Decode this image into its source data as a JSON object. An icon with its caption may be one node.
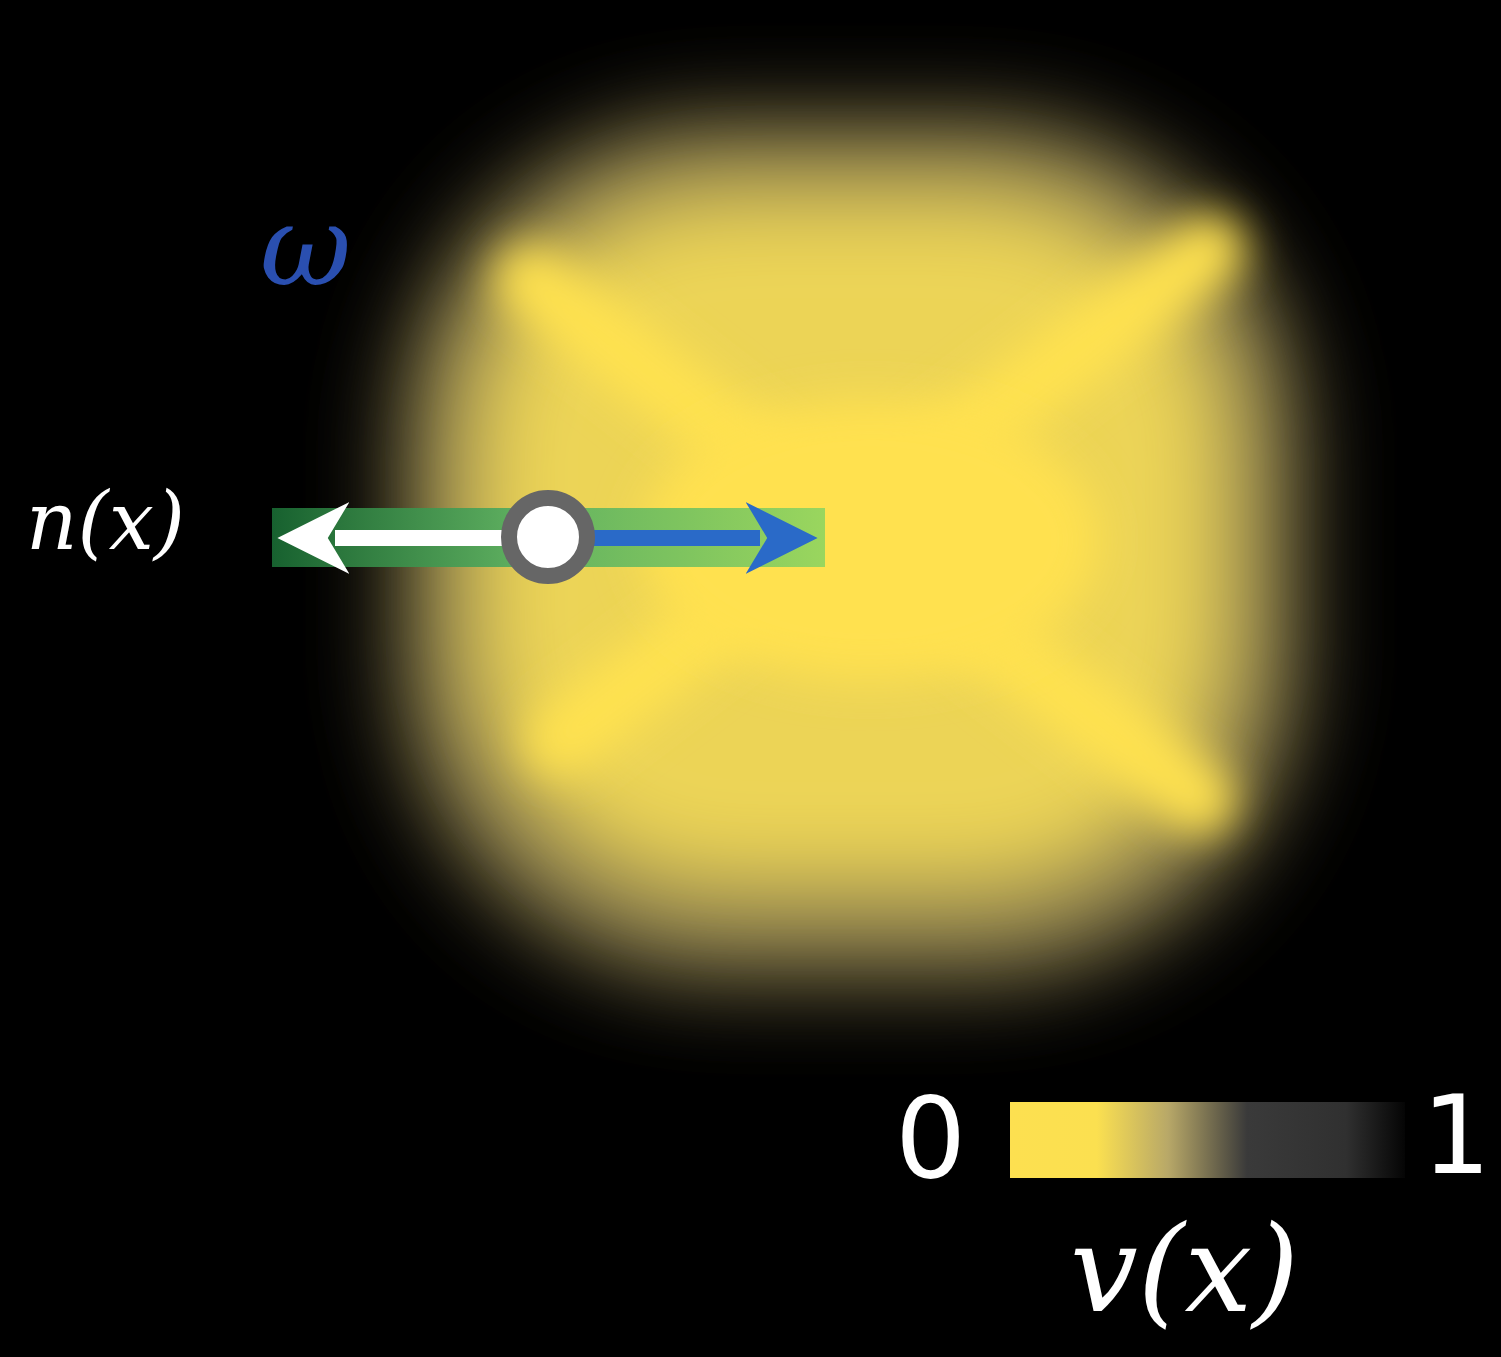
{
  "diagram": {
    "labels": [
      "ω",
      "n(x)",
      "0",
      "1",
      "v(x)"
    ]
  }
}
